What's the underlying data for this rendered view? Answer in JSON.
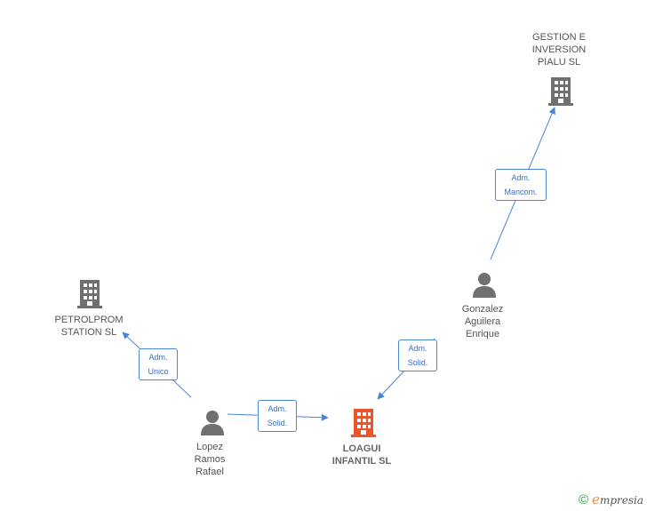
{
  "nodes": {
    "gestion": {
      "label": "GESTION E\nINVERSION\nPIALU SL",
      "type": "company"
    },
    "petrolprom": {
      "label": "PETROLPROM\nSTATION SL",
      "type": "company"
    },
    "loagui": {
      "label": "LOAGUI\nINFANTIL SL",
      "type": "company-main"
    },
    "lopez": {
      "label": "Lopez\nRamos\nRafael",
      "type": "person"
    },
    "gonzalez": {
      "label": "Gonzalez\nAguilera\nEnrique",
      "type": "person"
    }
  },
  "edges": {
    "lopez_petrolprom": {
      "label": "Adm.\nUnico"
    },
    "lopez_loagui": {
      "label": "Adm.\nSolid."
    },
    "gonzalez_loagui": {
      "label": "Adm.\nSolid."
    },
    "gonzalez_gestion": {
      "label": "Adm.\nMancom."
    }
  },
  "colors": {
    "company": "#707070",
    "company_main": "#e8562a",
    "person": "#707070",
    "edge": "#4a86d8"
  },
  "brand": {
    "copyright": "©",
    "initial": "e",
    "name": "mpresia"
  }
}
